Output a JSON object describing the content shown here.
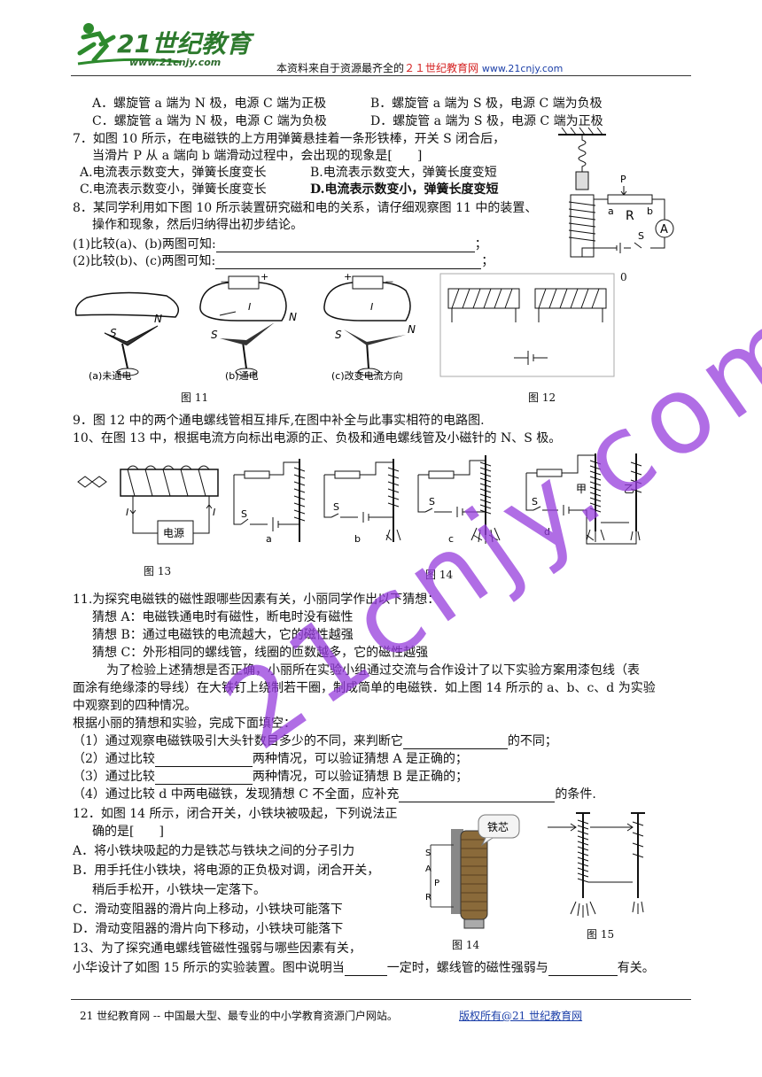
{
  "header": {
    "logo_text": "21世纪教育",
    "logo_url": "www.21cnjy.com",
    "tagline_prefix": "本资料来自于资源最齐全的",
    "tagline_site": "２１世纪教育网",
    "tagline_url": "www.21cnjy.com"
  },
  "q6_options": {
    "a": "A．螺旋管 a 端为 N 极，电源 C 端为正极",
    "b": "B．螺旋管 a 端为 S 极，电源 C 端为负极",
    "c": "C．螺旋管 a 端为 N 极，电源 C 端为负极",
    "d": "D．螺旋管 a 端为 S 极，电源 C 端为正极"
  },
  "q7": {
    "line1": "7．如图 10 所示，在电磁铁的上方用弹簧悬挂着一条形铁棒，开关 S 闭合后，",
    "line2": "当滑片 P 从 a 端向 b 端滑动过程中，会出现的现象是[　　]",
    "opt_a": "A.电流表示数变大，弹簧长度变长",
    "opt_b": "B.电流表示数变大，弹簧长度变短",
    "opt_c": "C.电流表示数变小，弹簧长度变长",
    "opt_d": "D.电流表示数变小，弹簧长度变短",
    "fig_labels": {
      "p": "P",
      "a": "a",
      "r": "R",
      "b": "b",
      "s": "S",
      "ammeter": "A"
    }
  },
  "q8": {
    "line1": "8．某同学利用如下图 10 所示装置研究磁和电的关系，请仔细观察图 11 中的装置、",
    "line2": "操作和现象，然后归纳得出初步结论。",
    "sub1": "(1)比较(a)、(b)两图可知:",
    "sub2": "(2)比较(b)、(c)两图可知:",
    "end1": "；",
    "end2": "；",
    "fig11_captions": [
      "(a)未通电",
      "(b)通电",
      "(c)改变电流方向"
    ],
    "fig11_title": "图 11",
    "fig12_title": "图 12",
    "fig12_zero": "0",
    "labels": {
      "s": "S",
      "n": "N",
      "i": "I",
      "plus": "+",
      "minus": "－"
    }
  },
  "q9": "9．图 12 中的两个通电螺线管相互排斥,在图中补全与此事实相符的电路图.",
  "q10": {
    "text": "10、在图 13 中，根据电流方向标出电源的正、负极和通电螺线管及小磁针的 N、S 极。",
    "fig13_title": "图 13",
    "fig14_title": "图 14",
    "power_label": "电源",
    "i_label": "I",
    "fig14_labels": [
      "a",
      "b",
      "c",
      "d"
    ],
    "jia": "甲",
    "yi": "乙",
    "s": "S"
  },
  "q11": {
    "intro": "11.为探究电磁铁的磁性跟哪些因素有关，小丽同学作出以下猜想：",
    "a": "猜想 A：电磁铁通电时有磁性，断电时没有磁性",
    "b": "猜想 B：通过电磁铁的电流越大，它的磁性越强",
    "c": "猜想 C：外形相同的螺线管，线圈的匝数越多，它的磁性越强",
    "p1": "为了检验上述猜想是否正确，小丽所在实验小组通过交流与合作设计了以下实验方案用漆包线（表",
    "p2": "面涂有绝缘漆的导线）在大铁钉上绕制若干圈，制成简单的电磁铁．如上图 14 所示的 a、b、c、d 为实验",
    "p3": "中观察到的四种情况。",
    "p4": "根据小丽的猜想和实验，完成下面填空：",
    "f1a": "（1）通过观察电磁铁吸引大头针数目多少的不同，来判断它",
    "f1b": "的不同；",
    "f2a": "（2）通过比较",
    "f2b": "两种情况，可以验证猜想 A 是正确的；",
    "f3a": "（3）通过比较",
    "f3b": "两种情况，可以验证猜想 B 是正确的；",
    "f4a": "（4）通过比较 d 中两电磁铁，发现猜想 C 不全面，应补充",
    "f4b": "的条件."
  },
  "q12": {
    "l1": "12．如图 14 所示，闭合开关，小铁块被吸起，下列说法正",
    "l2": "确的是[　　]",
    "a": "A．将小铁块吸起的力是铁芯与铁块之间的分子引力",
    "b1": "B．用手托住小铁块，将电源的正负极对调，闭合开关，",
    "b2": "稍后手松开，小铁块一定落下。",
    "c": "C．滑动变阻器的滑片向上移动，小铁块可能落下",
    "d": "D．滑动变阻器的滑片向下移动，小铁块可能落下",
    "fig_callout": "铁芯",
    "fig14_title": "图 14",
    "fig15_title": "图 15",
    "labels": {
      "s": "S",
      "a": "A",
      "p": "P",
      "r": "R"
    }
  },
  "q13": {
    "l1": "13、为了探究通电螺线管磁性强弱与哪些因素有关，",
    "l2a": "小华设计了如图 15 所示的实验装置。图中说明当",
    "l2b": "一定时，螺线管的磁性强弱与",
    "l2c": "有关。"
  },
  "footer": {
    "left": "21 世纪教育网 -- 中国最大型、最专业的中小学教育资源门户网站。",
    "right": "版权所有@21 世纪教育网"
  }
}
